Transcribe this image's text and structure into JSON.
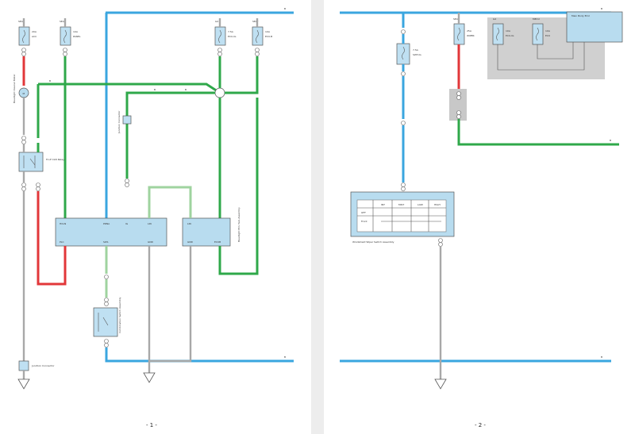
{
  "page1": {
    "page_number": "- 1 -",
    "fuses": [
      {
        "id": "SEAT",
        "rating": "20A",
        "name": "ACC"
      },
      {
        "id": "SEAT",
        "rating": "10A",
        "name": "PANEL"
      },
      {
        "id": "G2",
        "rating": "7.5A",
        "name": "ECU-IG"
      },
      {
        "id": "SEAT",
        "rating": "10A",
        "name": "ECU-B"
      }
    ],
    "motor_label": "Headlight Cleaner Motor",
    "relay_label": "H-LP CLN Relay",
    "connector_label": "Junction Connector",
    "ecu_label": "Headlight ECU Sub-Assembly",
    "switch_label": "Combination Switch Assembly",
    "ecu_pins": [
      "HCLN",
      "PRNA",
      "IG",
      "LIN",
      "PLC",
      "SW1",
      "GND",
      "LIN",
      "GND",
      "ECUB"
    ],
    "ground_label": "Junction Connector"
  },
  "page2": {
    "page_number": "- 2 -",
    "fuses": [
      {
        "id": "SEAT",
        "rating": "7.5A",
        "name": "SWT-IG"
      },
      {
        "id": "SEAT",
        "rating": "25A",
        "name": "WIPER"
      },
      {
        "id": "G2",
        "rating": "10A",
        "name": "ECU-IG"
      },
      {
        "id": "MECU",
        "rating": "10A",
        "name": "ECU"
      }
    ],
    "body_ecu_label": "Main Body ECU",
    "switch_label": "Windshield Wiper Switch Assembly",
    "switch_table": {
      "headers": [
        "",
        "INT",
        "MIST",
        "LOW",
        "HIGH"
      ],
      "rows": [
        "OFF",
        "Front"
      ]
    }
  }
}
